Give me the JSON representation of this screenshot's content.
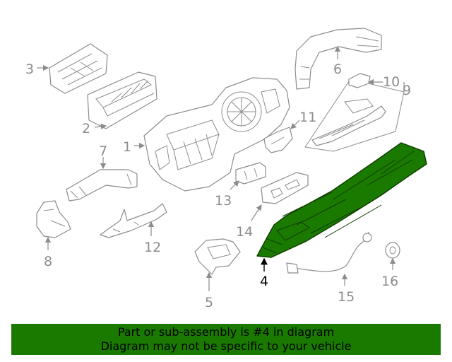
{
  "callouts": {
    "c1": "1",
    "c2": "2",
    "c3": "3",
    "c4": "4",
    "c5": "5",
    "c6": "6",
    "c7": "7",
    "c8": "8",
    "c9": "9",
    "c10": "10",
    "c11": "11",
    "c12": "12",
    "c13": "13",
    "c14": "14",
    "c15": "15",
    "c16": "16"
  },
  "highlight": {
    "part_number": "4",
    "fill_color": "#1a7a00"
  },
  "banner": {
    "line1": "Part or sub-assembly is #4 in diagram",
    "line2": "Diagram may not be specific to your vehicle",
    "color": "#1a7a00"
  }
}
